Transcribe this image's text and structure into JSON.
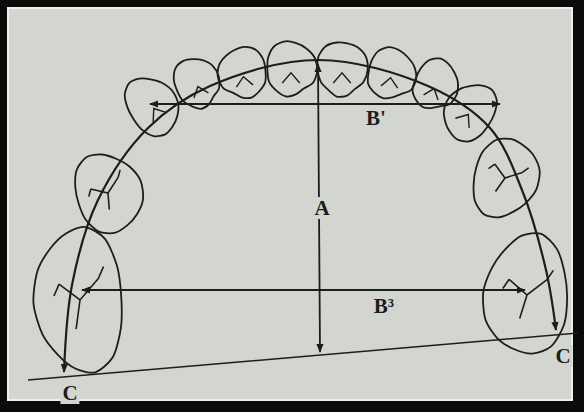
{
  "diagram": {
    "labels": [
      "B'",
      "A",
      "B³",
      "C",
      "C"
    ]
  }
}
